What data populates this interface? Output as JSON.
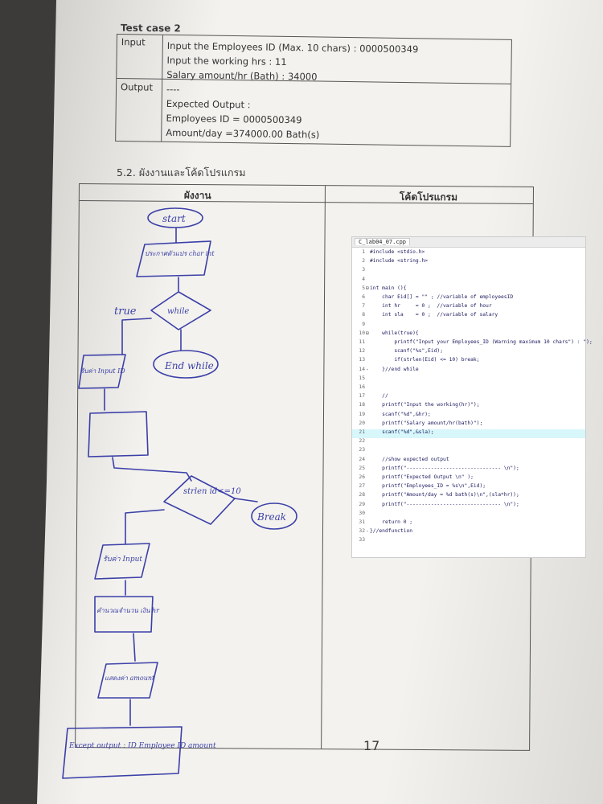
{
  "test_case": {
    "title": "Test case 2",
    "input_label": "Input",
    "input_lines": [
      "Input the Employees ID (Max. 10 chars) : 0000500349",
      "Input the working hrs : 11",
      "Salary amount/hr (Bath) : 34000"
    ],
    "output_label": "Output",
    "output_lines": [
      "----",
      "Expected Output :",
      "Employees ID = 0000500349",
      "Amount/day =374000.00 Bath(s)"
    ]
  },
  "section_title": "5.2. ผังงานและโค้ดโปรแกรม",
  "flow_table": {
    "col_left": "ผังงาน",
    "col_right": "โค้ดโปรแกรม"
  },
  "flowchart": {
    "start": "start",
    "decl": "ประกาศตัวแปร char int",
    "while": "while",
    "true_label": "true",
    "end_while": "End while",
    "input_id": "รับค่า Input ID",
    "strlen": "strlen id<=10",
    "break": "Break",
    "input2": "รับค่า Input",
    "calc": "คำนวณจำนวน เงิน hr",
    "show": "แสดงค่า amount",
    "expect": "Except output : ID Employee ID amount"
  },
  "code": {
    "filename": "C_lab04_07.cpp",
    "lines": [
      {
        "n": "1",
        "f": "",
        "t": "#include <stdio.h>"
      },
      {
        "n": "2",
        "f": "",
        "t": "#include <string.h>"
      },
      {
        "n": "3",
        "f": "",
        "t": ""
      },
      {
        "n": "4",
        "f": "",
        "t": ""
      },
      {
        "n": "5",
        "f": "⊟",
        "t": "int main (){"
      },
      {
        "n": "6",
        "f": "",
        "t": "    char Eid[] = \"\" ; //variable of employeesID"
      },
      {
        "n": "7",
        "f": "",
        "t": "    int hr     = 0 ;  //variable of hour"
      },
      {
        "n": "8",
        "f": "",
        "t": "    int sla    = 0 ;  //variable of salary"
      },
      {
        "n": "9",
        "f": "",
        "t": ""
      },
      {
        "n": "10",
        "f": "⊟",
        "t": "    while(true){"
      },
      {
        "n": "11",
        "f": "",
        "t": "        printf(\"Input your Employees_ID (Warning maximum 10 chars\") : \");"
      },
      {
        "n": "12",
        "f": "",
        "t": "        scanf(\"%s\",Eid);"
      },
      {
        "n": "13",
        "f": "",
        "t": "        if(strlen(Eid) <= 10) break;"
      },
      {
        "n": "14",
        "f": "-",
        "t": "    }//end while"
      },
      {
        "n": "15",
        "f": "",
        "t": ""
      },
      {
        "n": "16",
        "f": "",
        "t": ""
      },
      {
        "n": "17",
        "f": "",
        "t": "    //"
      },
      {
        "n": "18",
        "f": "",
        "t": "    printf(\"Input the working(hr)\");"
      },
      {
        "n": "19",
        "f": "",
        "t": "    scanf(\"%d\",&hr);"
      },
      {
        "n": "20",
        "f": "",
        "t": "    printf(\"Salary amount/hr(bath)\");"
      },
      {
        "n": "21",
        "f": "",
        "t": "    scanf(\"%d\",&sla);"
      },
      {
        "n": "22",
        "f": "",
        "t": ""
      },
      {
        "n": "23",
        "f": "",
        "t": ""
      },
      {
        "n": "24",
        "f": "",
        "t": "    //show expected output"
      },
      {
        "n": "25",
        "f": "",
        "t": "    printf(\"------------------------------- \\n\");"
      },
      {
        "n": "26",
        "f": "",
        "t": "    printf(\"Expected Output \\n\" );"
      },
      {
        "n": "27",
        "f": "",
        "t": "    printf(\"Employees_ID = %s\\n\",Eid);"
      },
      {
        "n": "28",
        "f": "",
        "t": "    printf(\"Amount/day = %d bath(s)\\n\",(sla*hr));"
      },
      {
        "n": "29",
        "f": "",
        "t": "    printf(\"------------------------------- \\n\");"
      },
      {
        "n": "30",
        "f": "",
        "t": ""
      },
      {
        "n": "31",
        "f": "",
        "t": "    return 0 ;"
      },
      {
        "n": "32",
        "f": "-",
        "t": "}//endfunction"
      },
      {
        "n": "33",
        "f": "",
        "t": ""
      }
    ],
    "highlight_line": "21"
  },
  "page_number": "17"
}
